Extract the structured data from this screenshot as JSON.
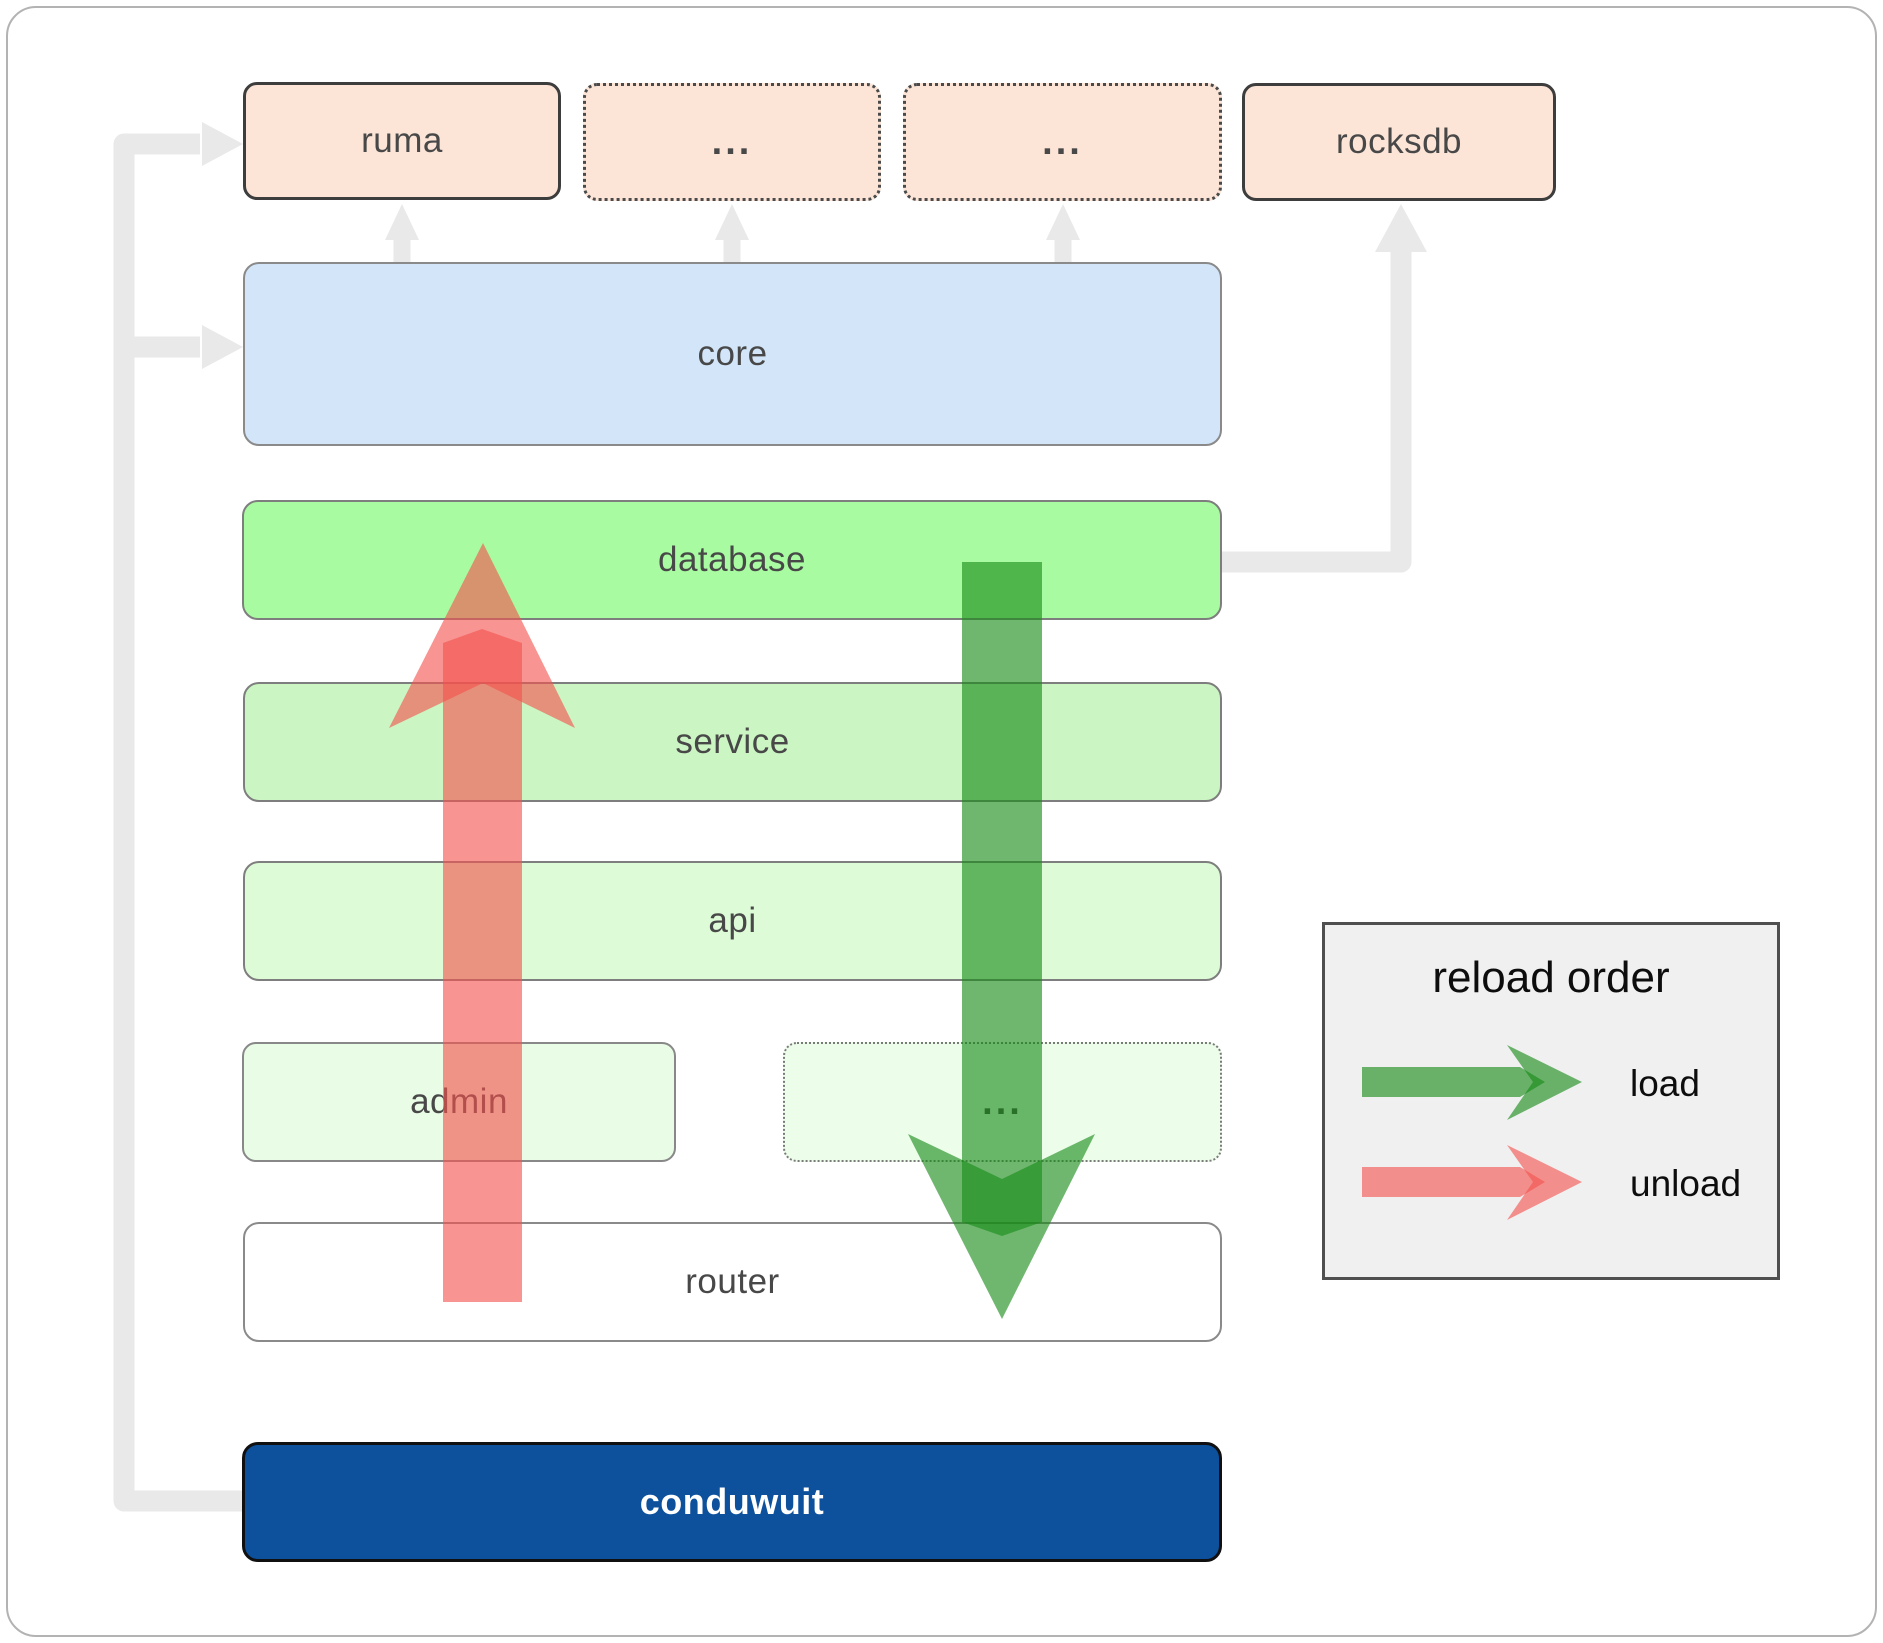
{
  "boxes": {
    "ruma": {
      "label": "ruma"
    },
    "dots_top_1": {
      "label": "..."
    },
    "dots_top_2": {
      "label": "..."
    },
    "rocksdb": {
      "label": "rocksdb"
    },
    "core": {
      "label": "core"
    },
    "database": {
      "label": "database"
    },
    "service": {
      "label": "service"
    },
    "api": {
      "label": "api"
    },
    "admin": {
      "label": "admin"
    },
    "dots_admin": {
      "label": "..."
    },
    "router": {
      "label": "router"
    },
    "conduwuit": {
      "label": "conduwuit"
    }
  },
  "legend": {
    "title": "reload order",
    "load_label": "load",
    "unload_label": "unload"
  },
  "colors": {
    "peach_fill": "#fce4d6",
    "core_fill": "#d3e5f8",
    "database_fill": "#a8fba0",
    "service_fill": "#cbf5c2",
    "api_fill": "#ddfbd6",
    "admin_fill": "#e9fce5",
    "router_fill": "#ffffff",
    "conduwuit_fill": "#0d509c",
    "legend_fill": "#f0f0f0",
    "load_arrow": "#178a17",
    "unload_arrow": "#f4534d",
    "connector_gray": "#e9e9e9"
  }
}
